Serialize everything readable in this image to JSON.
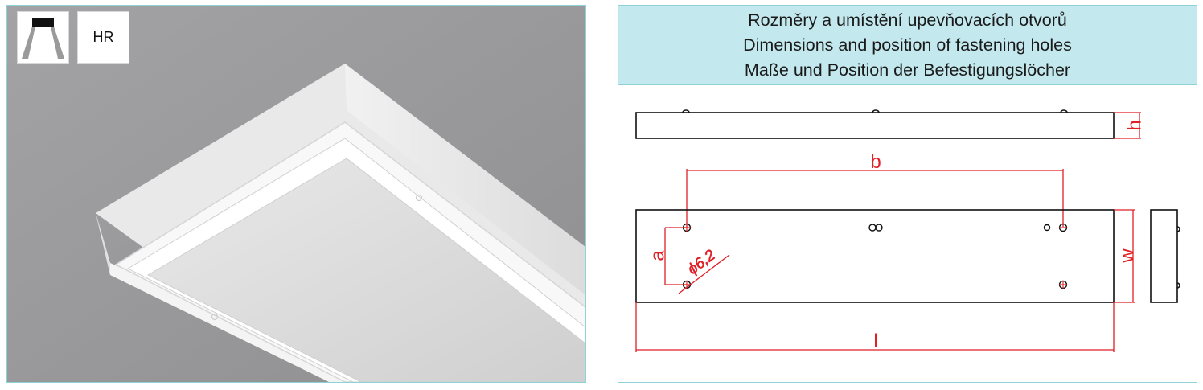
{
  "photo": {
    "badges": {
      "optic_icon": "luminaire-optic-icon",
      "type_label": "HR"
    }
  },
  "drawing": {
    "title_lines": [
      "Rozměry a umístění upevňovacích otvorů",
      "Dimensions and position of fastening holes",
      "Maße und Position der Befestigungslöcher"
    ],
    "dimension_labels": {
      "h": "h",
      "b": "b",
      "a": "a",
      "w": "w",
      "l": "l",
      "hole_diameter": "ϕ6,2"
    },
    "colors": {
      "dimension": "#e01f26",
      "outline": "#111111",
      "header_bg": "#c3e8ee",
      "border": "#8fd1d9"
    }
  }
}
